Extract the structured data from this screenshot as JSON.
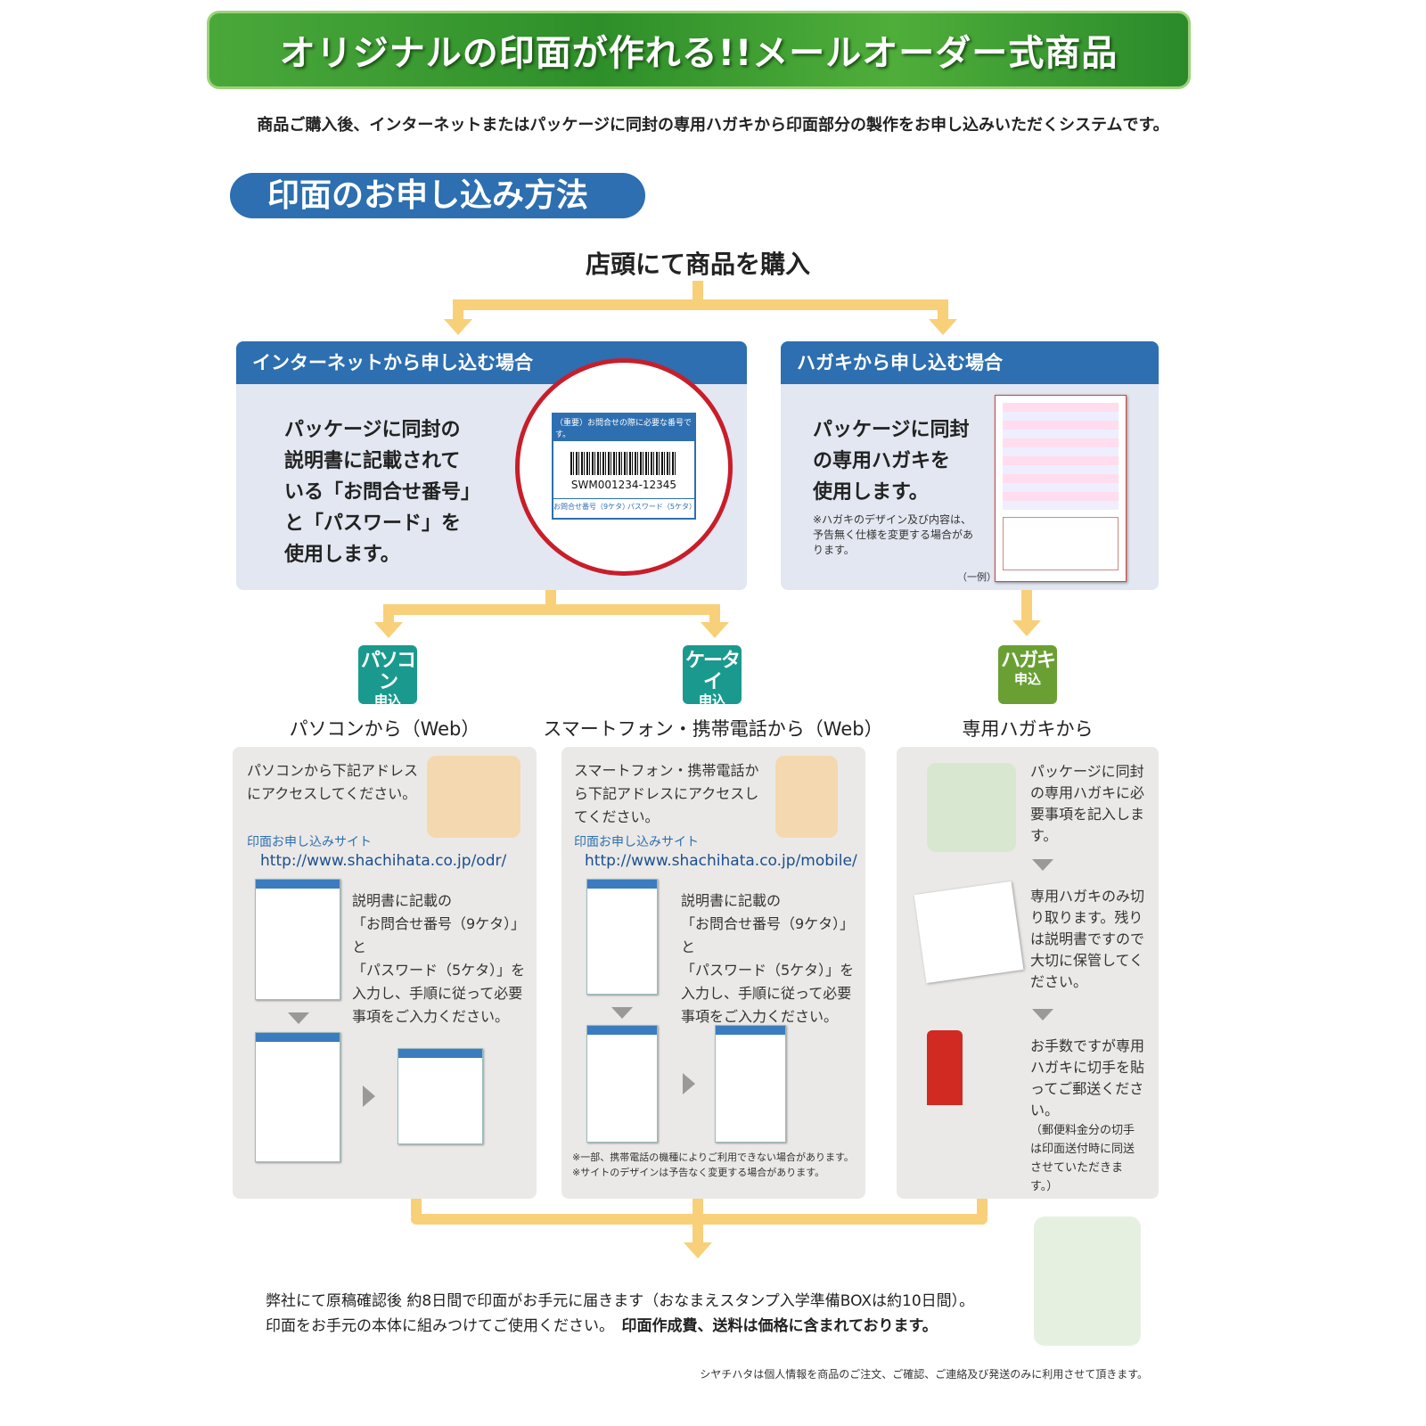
{
  "banner": {
    "title": "オリジナルの印面が作れる!!メールオーダー式商品"
  },
  "intro": "商品ご購入後、インターネットまたはパッケージに同封の専用ハガキから印面部分の製作をお申し込みいただくシステムです。",
  "section_title": "印面のお申し込み方法",
  "step_buy": "店頭にて商品を購入",
  "internet_box": {
    "header": "インターネットから申し込む場合",
    "body": [
      "パッケージに同封の",
      "説明書に記載されて",
      "いる「お問合せ番号」",
      "と「パスワード」を",
      "使用します。"
    ],
    "sample": {
      "notice": "（重要）お問合せの際に必要な番号です。",
      "code": "SWM001234-12345",
      "label_id": "お問合せ番号（9ケタ）",
      "label_pw": "パスワード（5ケタ）"
    }
  },
  "postcard_box": {
    "header": "ハガキから申し込む場合",
    "body": [
      "パッケージに同封",
      "の専用ハガキを",
      "使用します。"
    ],
    "note": "※ハガキのデザイン及び内容は、予告無く仕様を変更する場合があります。",
    "example": "（一例）"
  },
  "methods": [
    {
      "badge_top": "パソコン",
      "badge_bottom": "申込",
      "badge_color": "#1a9a8e",
      "label": "パソコンから（Web）",
      "text": "パソコンから下記アドレスにアクセスしてください。",
      "site_label": "印面お申し込みサイト",
      "url": "http://www.shachihata.co.jp/odr/",
      "instructions": [
        "説明書に記載の",
        "「お問合せ番号（9ケタ）」と",
        "「パスワード（5ケタ）」を",
        "入力し、手順に従って必要",
        "事項をご入力ください。"
      ]
    },
    {
      "badge_top": "ケータイ",
      "badge_bottom": "申込",
      "badge_color": "#1a9a8e",
      "label": "スマートフォン・携帯電話から（Web）",
      "text": "スマートフォン・携帯電話から下記アドレスにアクセスしてください。",
      "site_label": "印面お申し込みサイト",
      "url": "http://www.shachihata.co.jp/mobile/",
      "instructions": [
        "説明書に記載の",
        "「お問合せ番号（9ケタ）」と",
        "「パスワード（5ケタ）」を",
        "入力し、手順に従って必要",
        "事項をご入力ください。"
      ],
      "notes": [
        "※一部、携帯電話の機種によりご利用できない場合があります。",
        "※サイトのデザインは予告なく変更する場合があります。"
      ]
    },
    {
      "badge_top": "ハガキ",
      "badge_bottom": "申込",
      "badge_color": "#6aa033",
      "label": "専用ハガキから",
      "steps": [
        "パッケージに同封の専用ハガキに必要事項を記入します。",
        "専用ハガキのみ切り取ります。残りは説明書ですので大切に保管してください。",
        "お手数ですが専用ハガキに切手を貼ってご郵送ください。"
      ],
      "postage_note": "（郵便料金分の切手は印面送付時に同送させていただきます。）"
    }
  ],
  "result": {
    "line1": "弊社にて原稿確認後 約8日間で印面がお手元に届きます（おなまえスタンプ入学準備BOXは約10日間）。",
    "line2": "印面をお手元の本体に組みつけてご使用ください。",
    "line2_bold": "印面作成費、送料は価格に含まれております。"
  },
  "footer": "シヤチハタは個人情報を商品のご注文、ご確認、ご連絡及び発送のみに利用させて頂きます。",
  "colors": {
    "accent_blue": "#2d6fb0",
    "banner_green": "#3a9a30",
    "arrow": "#f8d07a",
    "badge_teal": "#1a9a8e",
    "badge_green": "#6aa033"
  }
}
